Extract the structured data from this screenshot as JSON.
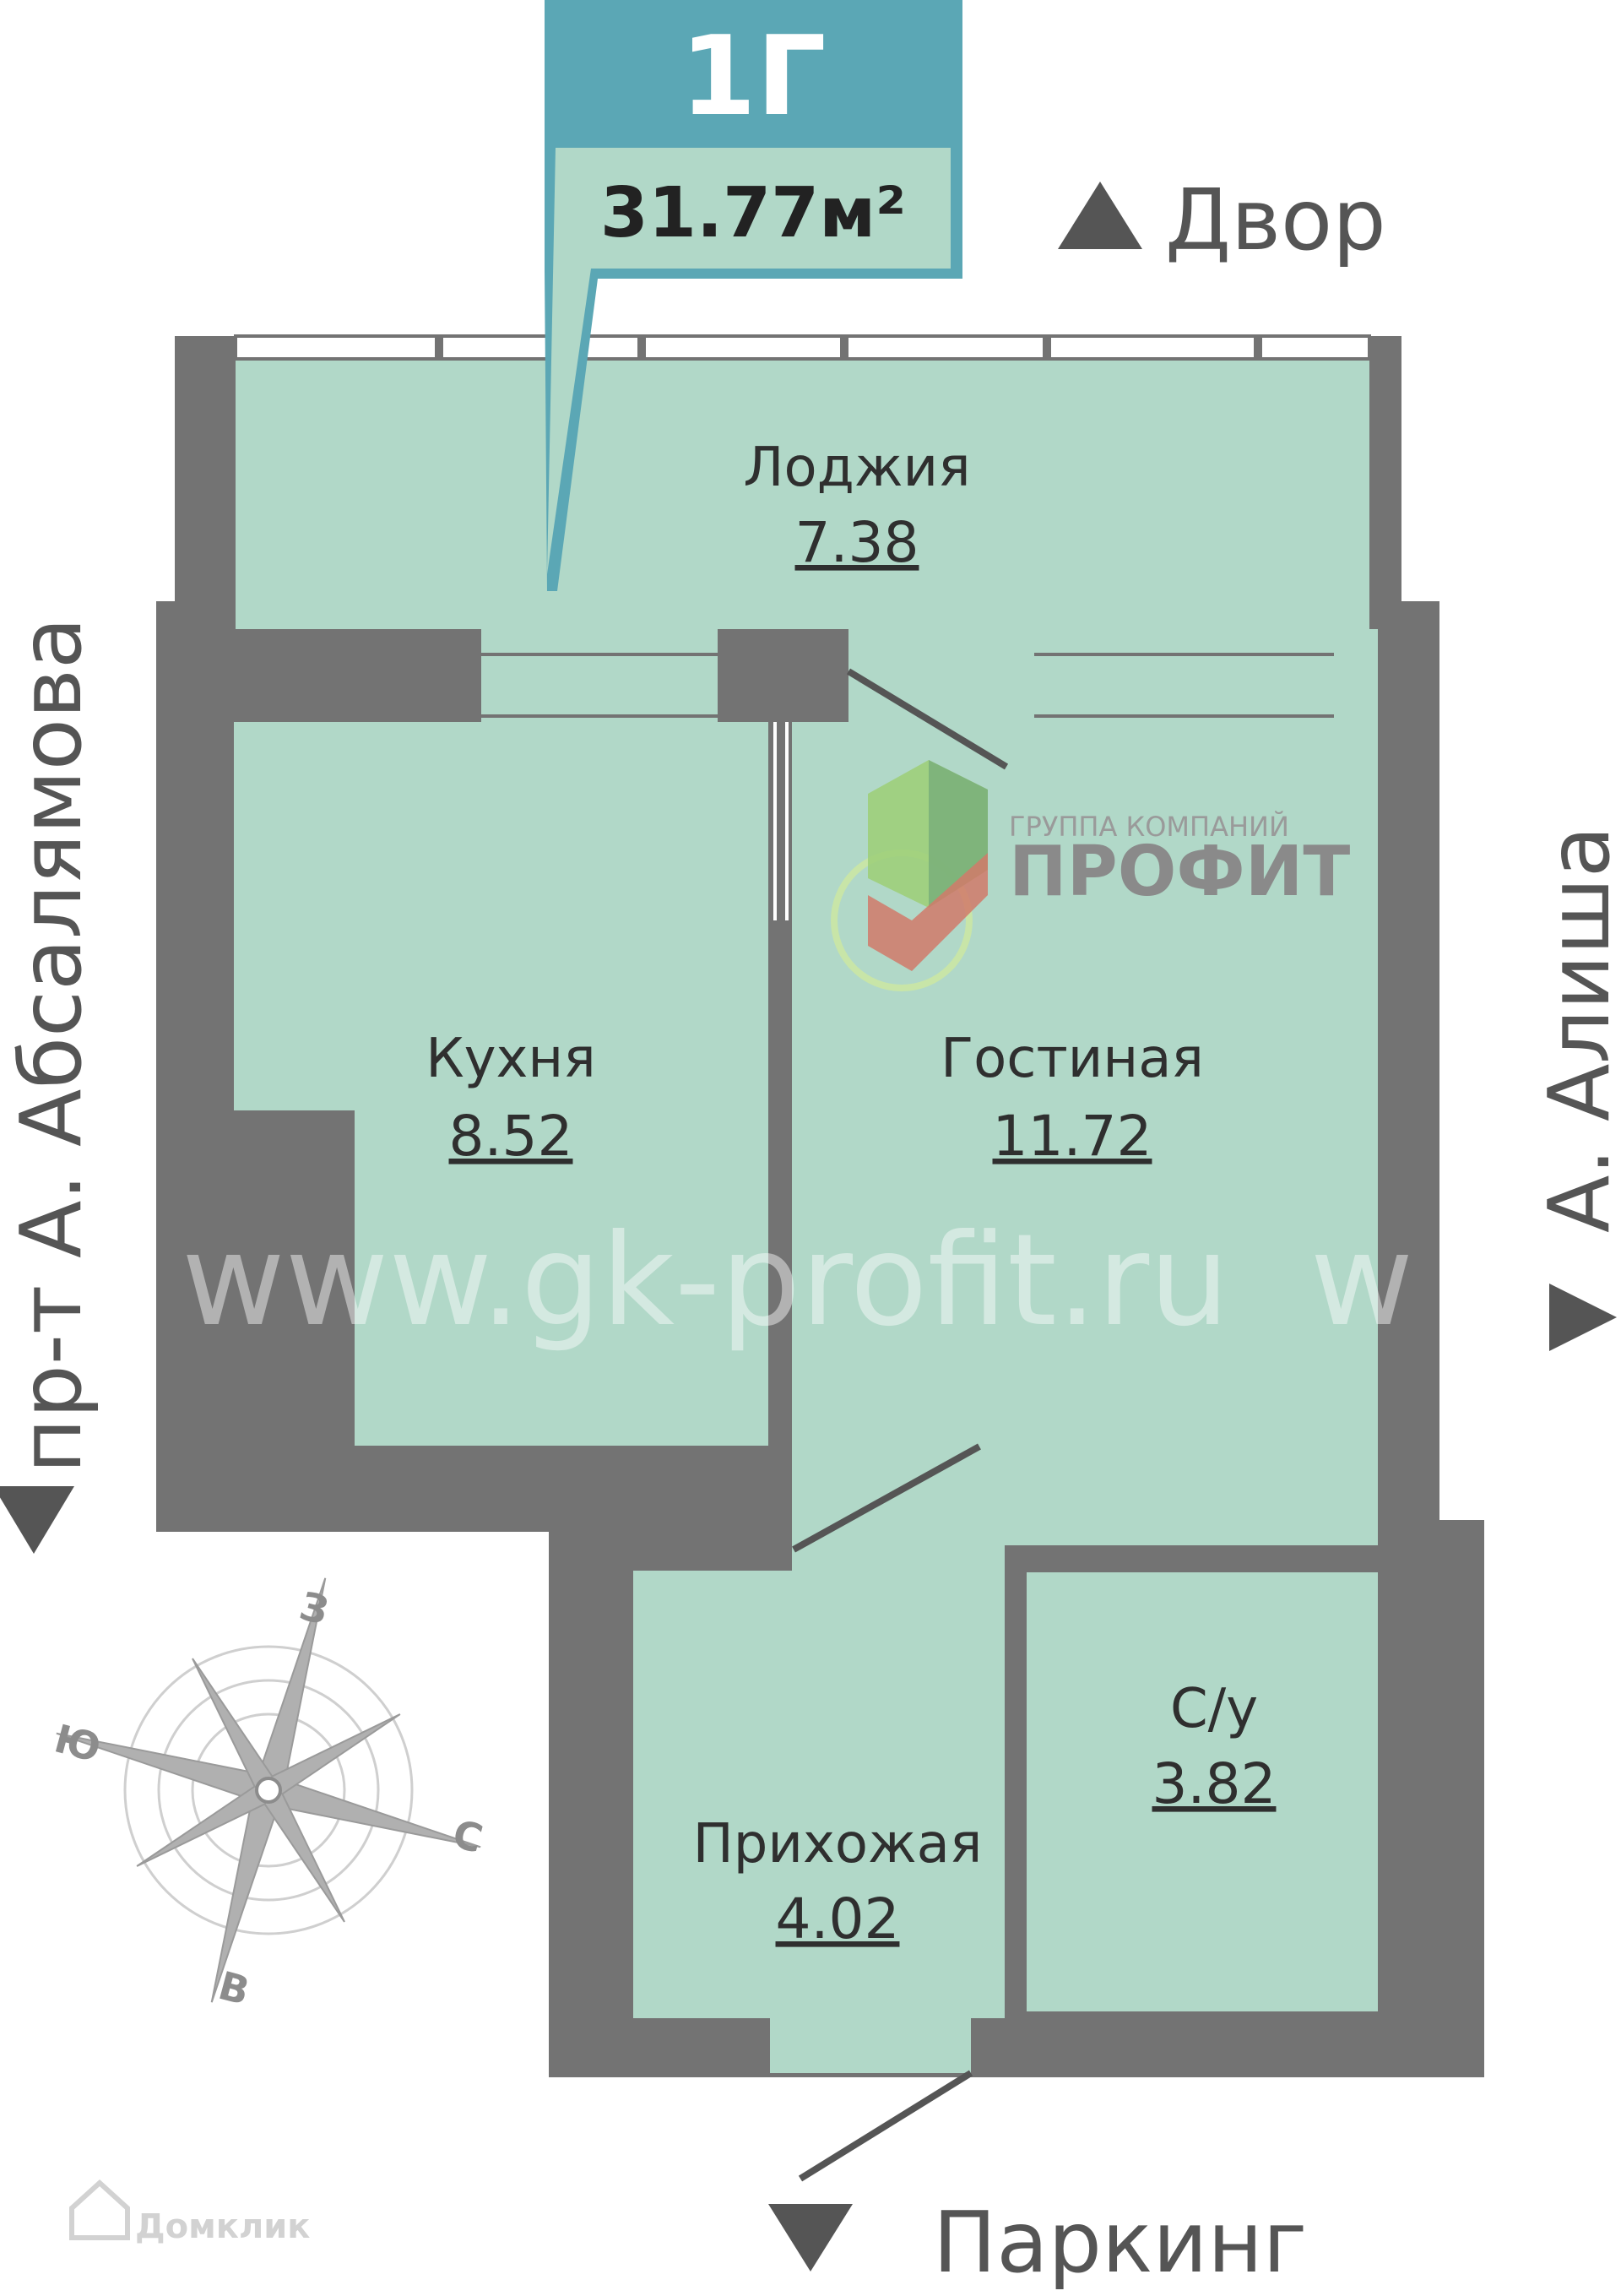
{
  "apartment": {
    "type": "1Г",
    "total_area": "31.77м²"
  },
  "rooms": [
    {
      "label": "Лоджия",
      "area": "7.38"
    },
    {
      "label": "Кухня",
      "area": "8.52"
    },
    {
      "label": "Гостиная",
      "area": "11.72"
    },
    {
      "label": "С/у",
      "area": "3.82"
    },
    {
      "label": "Прихожая",
      "area": "4.02"
    }
  ],
  "directions": {
    "top": "Двор",
    "bottom": "Паркинг",
    "left": "пр-т А. Абсалямова",
    "right": "А. Алиша"
  },
  "compass": {
    "north": "С",
    "south": "Ю",
    "east": "В",
    "west": "З"
  },
  "logo": {
    "small": "ГРУППА КОМПАНИЙ",
    "big": "ПРОФИТ"
  },
  "watermark": "www.gk-profit.ru  w",
  "source_badge": "Домклик",
  "colors": {
    "room_fill": "#b1d8c8",
    "wall": "#737373",
    "accent": "#5ba7b5",
    "text": "#2f2f2f"
  }
}
